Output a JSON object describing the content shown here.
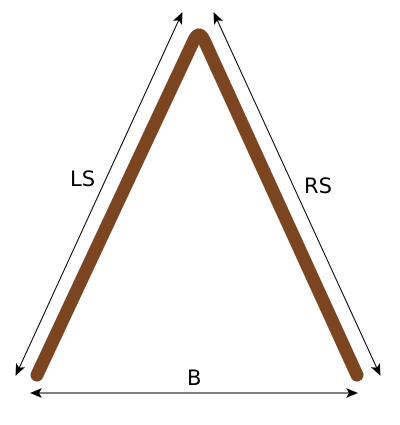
{
  "diagram": {
    "labels": {
      "left_side": "LS",
      "right_side": "RS",
      "base": "B"
    },
    "colors": {
      "boomerang": "#7b4521",
      "arrows": "#000000",
      "background": "#ffffff"
    },
    "shape": "inverted-v-boomerang"
  }
}
